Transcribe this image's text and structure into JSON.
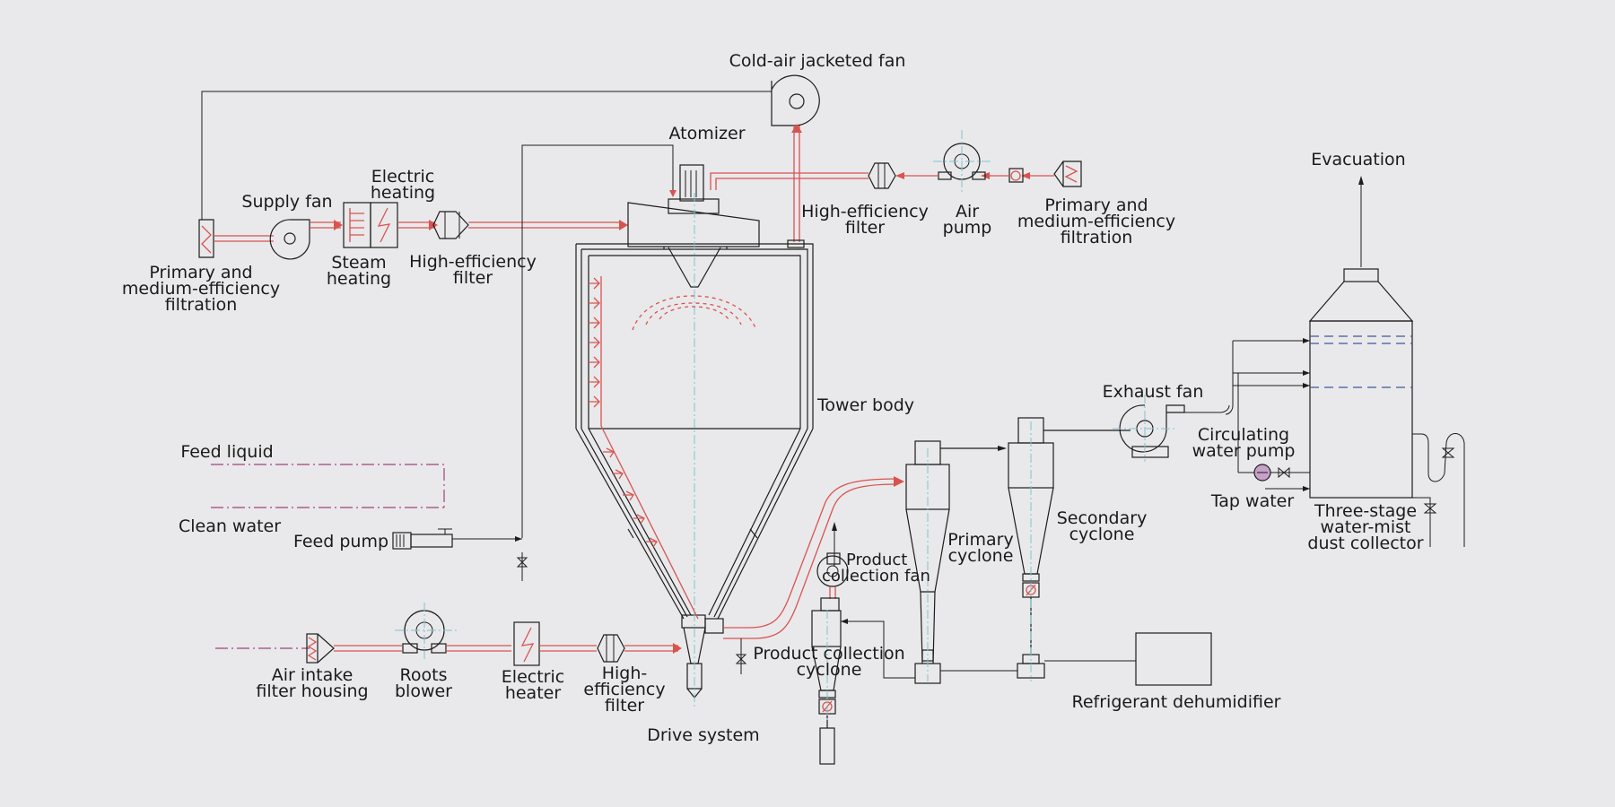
{
  "labels": {
    "cold_air_jacketed_fan": "Cold-air jacketed fan",
    "atomizer": "Atomizer",
    "electric_heating_line1": "Electric",
    "electric_heating_line2": "heating",
    "supply_fan": "Supply fan",
    "steam_heating_line1": "Steam",
    "steam_heating_line2": "heating",
    "hef_left_line1": "High-efficiency",
    "hef_left_line2": "filter",
    "hef_top_line1": "High-efficiency",
    "hef_top_line2": "filter",
    "air_pump_line1": "Air",
    "air_pump_line2": "pump",
    "pmf_right_line1": "Primary and",
    "pmf_right_line2": "medium-efficiency",
    "pmf_right_line3": "filtration",
    "pmf_left_line1": "Primary and",
    "pmf_left_line2": "medium-efficiency",
    "pmf_left_line3": "filtration",
    "evacuation": "Evacuation",
    "tower_body": "Tower body",
    "exhaust_fan": "Exhaust fan",
    "circ_pump_line1": "Circulating",
    "circ_pump_line2": "water pump",
    "tap_water": "Tap water",
    "dust_collector_line1": "Three-stage",
    "dust_collector_line2": "water-mist",
    "dust_collector_line3": "dust collector",
    "feed_liquid": "Feed liquid",
    "clean_water": "Clean water",
    "feed_pump": "Feed pump",
    "secondary_cyclone_line1": "Secondary",
    "secondary_cyclone_line2": "cyclone",
    "primary_cyclone_line1": "Primary",
    "primary_cyclone_line2": "cyclone",
    "product_fan_line1": "Product",
    "product_fan_line2": "collection fan",
    "product_cyclone_line1": "Product collection",
    "product_cyclone_line2": "cyclone",
    "air_intake_line1": "Air intake",
    "air_intake_line2": "filter housing",
    "roots_blower_line1": "Roots",
    "roots_blower_line2": "blower",
    "electric_heater_line1": "Electric",
    "electric_heater_line2": "heater",
    "hef_bottom_line1": "High-",
    "hef_bottom_line2": "efficiency",
    "hef_bottom_line3": "filter",
    "drive_system": "Drive system",
    "refrigerant_dehumidifier": "Refrigerant dehumidifier"
  },
  "colors": {
    "background": "#e9e9eb",
    "process_line": "#d9534f",
    "equipment_line": "#1d1d1d",
    "centerline": "#7fc4cf",
    "water_level": "#3c5a9a",
    "feed_line": "#a0447a"
  }
}
